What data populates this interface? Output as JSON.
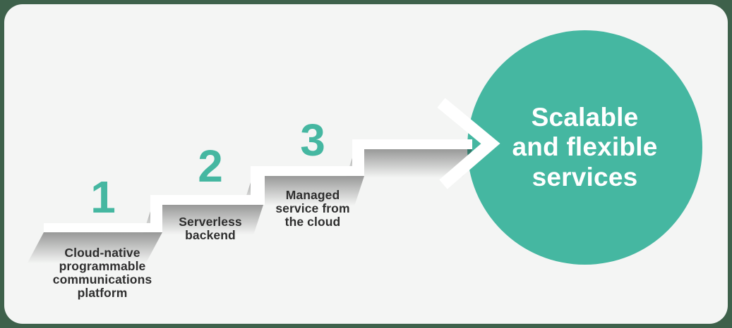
{
  "colors": {
    "outer-bg": "#3e614b",
    "panel-bg": "#f4f5f4",
    "teal": "#45b7a1",
    "text-dark": "#2e2e2e",
    "white": "#ffffff"
  },
  "steps": [
    {
      "number": "1",
      "label": "Cloud-native\nprogrammable\ncommunications\nplatform"
    },
    {
      "number": "2",
      "label": "Serverless\nbackend"
    },
    {
      "number": "3",
      "label": "Managed\nservice from\nthe cloud"
    }
  ],
  "result": {
    "label": "Scalable\nand flexible\nservices"
  }
}
